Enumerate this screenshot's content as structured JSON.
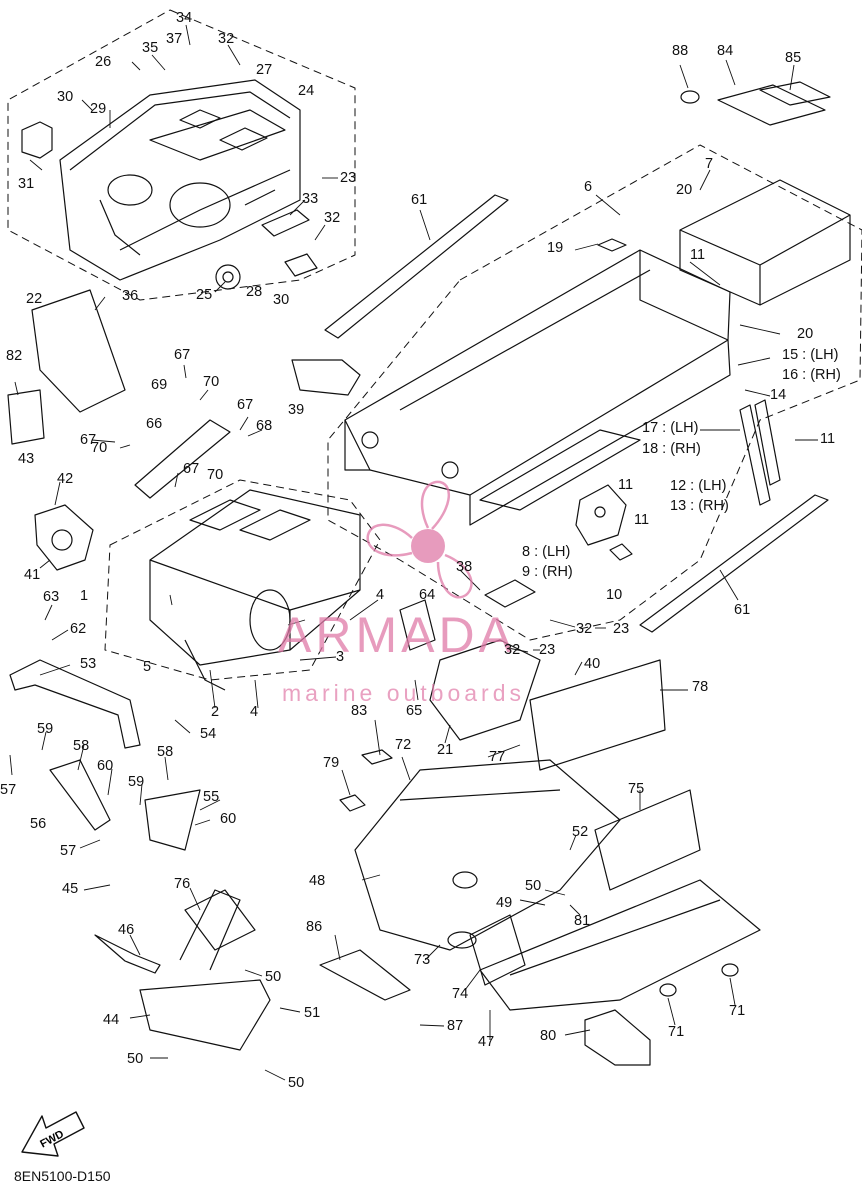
{
  "diagram_code": "8EN5100-D150",
  "watermark": {
    "brand": "ARMADA",
    "tagline": "marine outboards"
  },
  "fwd_arrow_label": "FWD",
  "callouts": {
    "n1": "1",
    "n2": "2",
    "n3": "3",
    "n4a": "4",
    "n4b": "4",
    "n5": "5",
    "n6": "6",
    "n7": "7",
    "n8_9": "8 : (LH)",
    "n9": "9 : (RH)",
    "n10": "10",
    "n11a": "11",
    "n11b": "11",
    "n11c": "11",
    "n11d": "11",
    "n12": "12 : (LH)",
    "n13": "13 : (RH)",
    "n14": "14",
    "n15": "15 : (LH)",
    "n16": "16 : (RH)",
    "n17": "17 : (LH)",
    "n18": "18 : (RH)",
    "n19": "19",
    "n20a": "20",
    "n20b": "20",
    "n21": "21",
    "n22": "22",
    "n23a": "23",
    "n23b": "23",
    "n23c": "23",
    "n24": "24",
    "n25": "25",
    "n26": "26",
    "n27": "27",
    "n28": "28",
    "n29": "29",
    "n30a": "30",
    "n30b": "30",
    "n31": "31",
    "n32a": "32",
    "n32b": "32",
    "n32c": "32",
    "n32d": "32",
    "n33": "33",
    "n34": "34",
    "n35": "35",
    "n36": "36",
    "n37": "37",
    "n38": "38",
    "n39": "39",
    "n40": "40",
    "n41": "41",
    "n42": "42",
    "n43": "43",
    "n44": "44",
    "n45": "45",
    "n46": "46",
    "n47": "47",
    "n48": "48",
    "n49": "49",
    "n50a": "50",
    "n50b": "50",
    "n50c": "50",
    "n50d": "50",
    "n51": "51",
    "n52": "52",
    "n53": "53",
    "n54": "54",
    "n55": "55",
    "n56": "56",
    "n57a": "57",
    "n57b": "57",
    "n58a": "58",
    "n58b": "58",
    "n59a": "59",
    "n59b": "59",
    "n60a": "60",
    "n60b": "60",
    "n61a": "61",
    "n61b": "61",
    "n62": "62",
    "n63": "63",
    "n64": "64",
    "n65": "65",
    "n66": "66",
    "n67a": "67",
    "n67b": "67",
    "n67c": "67",
    "n67d": "67",
    "n68": "68",
    "n69": "69",
    "n70a": "70",
    "n70b": "70",
    "n70c": "70",
    "n71a": "71",
    "n71b": "71",
    "n72": "72",
    "n73": "73",
    "n74": "74",
    "n75": "75",
    "n76": "76",
    "n77": "77",
    "n78": "78",
    "n79": "79",
    "n80": "80",
    "n81": "81",
    "n82": "82",
    "n83": "83",
    "n84": "84",
    "n85": "85",
    "n86": "86",
    "n87": "87",
    "n88": "88"
  }
}
